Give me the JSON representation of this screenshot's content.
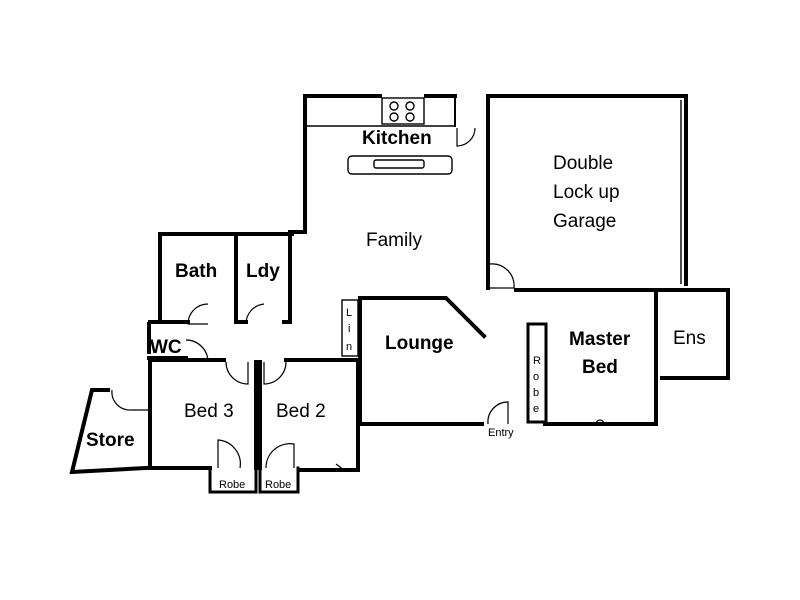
{
  "rooms": {
    "kitchen": "Kitchen",
    "family": "Family",
    "garage_line1": "Double",
    "garage_line2": "Lock up",
    "garage_line3": "Garage",
    "bath": "Bath",
    "laundry": "Ldy",
    "wc": "WC",
    "lounge": "Lounge",
    "master_line1": "Master",
    "master_line2": "Bed",
    "ensuite": "Ens",
    "bed3": "Bed 3",
    "bed2": "Bed 2",
    "store": "Store",
    "entry": "Entry",
    "robe_bed3": "Robe",
    "robe_bed2": "Robe",
    "linen_letters": [
      "L",
      "i",
      "n"
    ],
    "master_robe_letters": [
      "R",
      "o",
      "b",
      "e"
    ]
  }
}
